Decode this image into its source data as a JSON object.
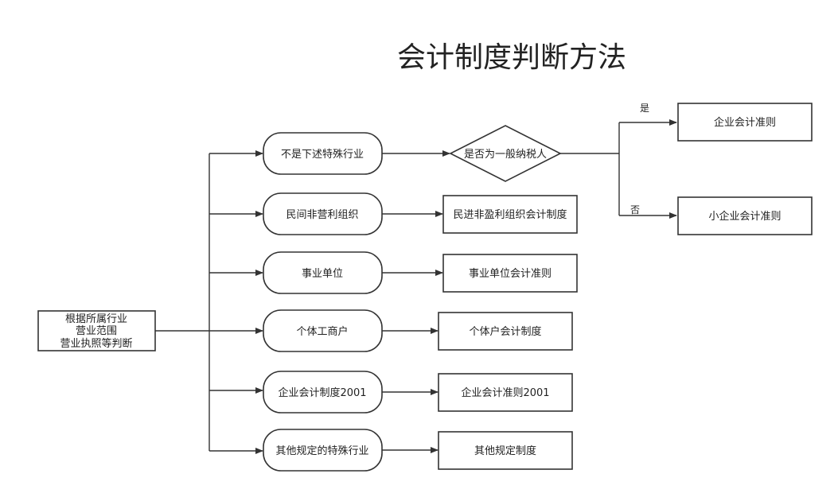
{
  "diagram": {
    "title": "会计制度判断方法",
    "source": {
      "line1": "根据所属行业",
      "line2": "营业范围",
      "line3": "营业执照等判断"
    },
    "categories": [
      "不是下述特殊行业",
      "民间非营利组织",
      "事业单位",
      "个体工商户",
      "企业会计制度2001",
      "其他规定的特殊行业"
    ],
    "decision": "是否为一般纳税人",
    "outcomes": [
      "民进非盈利组织会计制度",
      "事业单位会计准则",
      "个体户会计制度",
      "企业会计准则2001",
      "其他规定制度"
    ],
    "yes_label": "是",
    "no_label": "否",
    "yes_result": "企业会计准则",
    "no_result": "小企业会计准则"
  }
}
